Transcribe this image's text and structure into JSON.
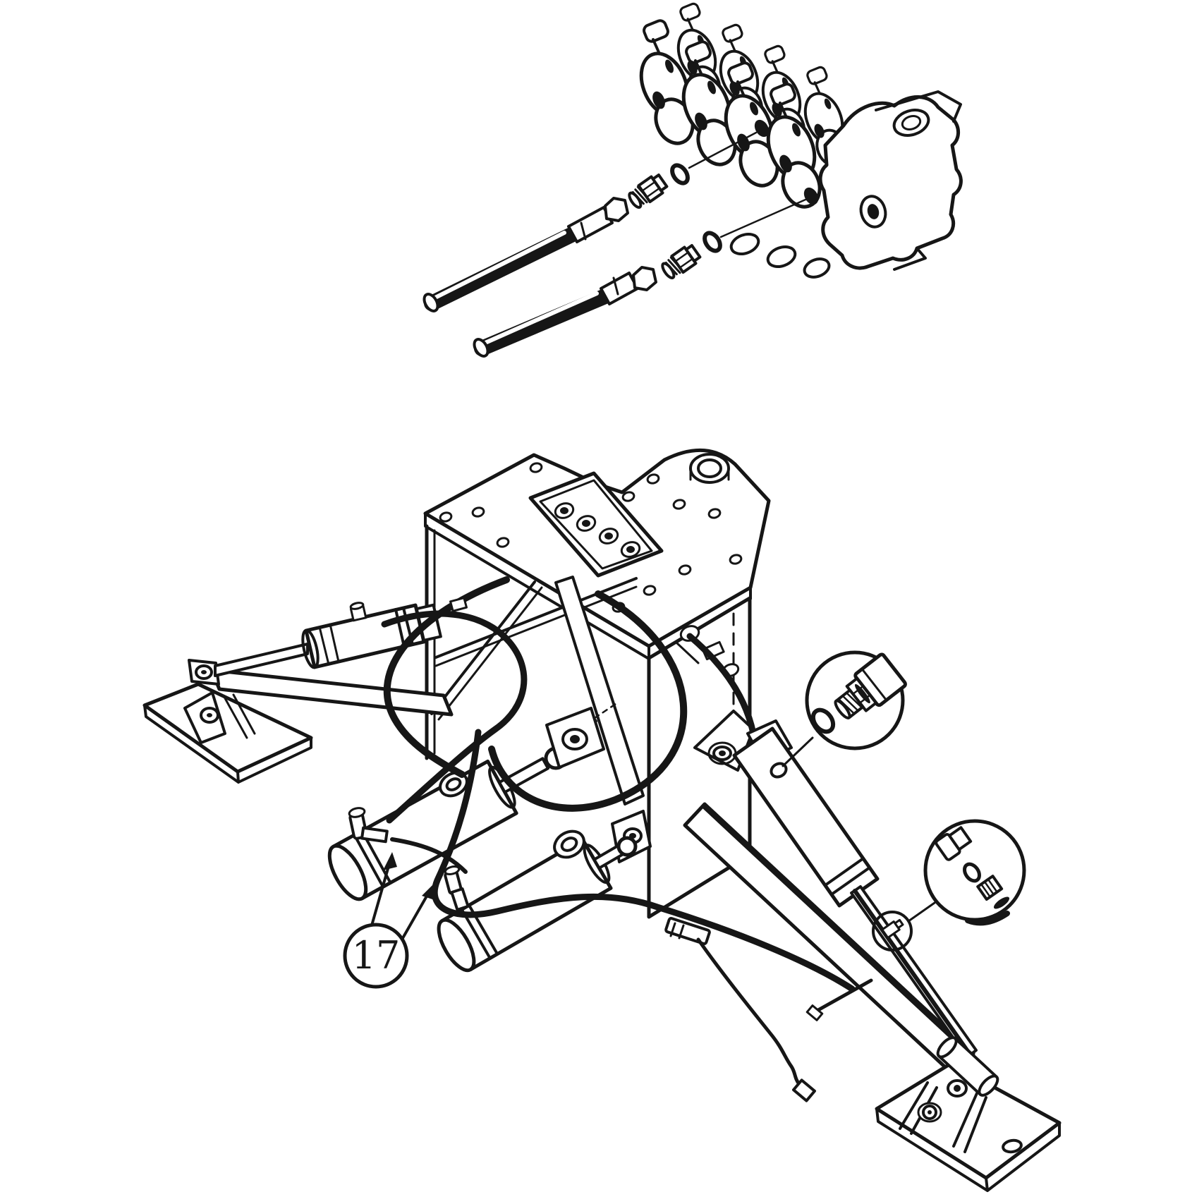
{
  "figure": {
    "type": "exploded-parts-diagram",
    "background_color": "#ffffff",
    "line_color": "#161616",
    "callout": {
      "label": "17"
    },
    "components": [
      "control-valve-bank",
      "hydraulic-hose-upper",
      "hydraulic-hose-lower",
      "adapter-fitting-upper",
      "adapter-fitting-lower",
      "o-ring-upper",
      "o-ring-lower",
      "mounting-frame",
      "top-plate",
      "left-stabilizer-cylinder",
      "left-stabilizer-arm",
      "left-foot-pad",
      "swing-cylinder-upper",
      "swing-cylinder-lower",
      "right-stabilizer-cylinder",
      "right-stabilizer-leg",
      "right-foot-pad",
      "tube-assembly",
      "detail-view-port-fitting",
      "detail-view-exploded-fitting"
    ]
  }
}
